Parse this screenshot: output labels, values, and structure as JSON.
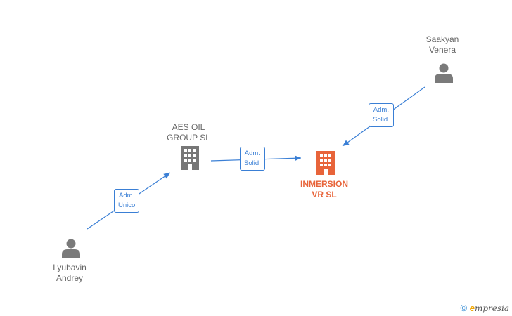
{
  "colors": {
    "edge": "#3a7fd5",
    "person": "#7a7a7a",
    "company": "#777777",
    "main_company": "#e8643a"
  },
  "nodes": {
    "saakyan": {
      "label": "Saakyan\nVenera",
      "type": "person"
    },
    "aes": {
      "label": "AES OIL\nGROUP  SL",
      "type": "company"
    },
    "inmersion": {
      "label": "INMERSION\nVR  SL",
      "type": "main-company"
    },
    "lyubavin": {
      "label": "Lyubavin\nAndrey",
      "type": "person"
    }
  },
  "edges": {
    "lyubavin_aes": {
      "label": "Adm.\nUnico"
    },
    "aes_inmersion": {
      "label": "Adm.\nSolid."
    },
    "saakyan_inmersion": {
      "label": "Adm.\nSolid."
    }
  },
  "footer": {
    "copyright": "©",
    "brand": "mpresia",
    "brand_initial": "e"
  }
}
